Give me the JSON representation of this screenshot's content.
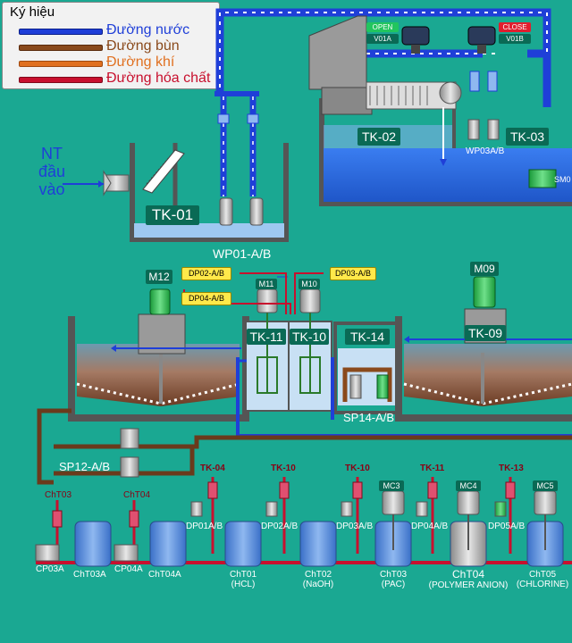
{
  "legend": {
    "title": "Ký hiệu",
    "items": [
      {
        "label": "Đường nước",
        "color": "#1f3fd8"
      },
      {
        "label": "Đường bùn",
        "color": "#8a4a1c"
      },
      {
        "label": "Đường khí",
        "color": "#e07020"
      },
      {
        "label": "Đường hóa chất",
        "color": "#c8102e"
      }
    ]
  },
  "inlet": {
    "line1": "NT",
    "line2": "đầu vào"
  },
  "valves": {
    "v01a": {
      "status": "OPEN",
      "name": "V01A",
      "status_color": "#22c55e"
    },
    "v01b": {
      "status": "CLOSE",
      "name": "V01B",
      "status_color": "#e11d2e"
    }
  },
  "tanks": {
    "tk01": "TK-01",
    "tk02": "TK-02",
    "tk03": "TK-03",
    "tk09": "TK-09",
    "tk10": "TK-10",
    "tk11": "TK-11",
    "tk14": "TK-14"
  },
  "pumps": {
    "wp01": "WP01-A/B",
    "wp03": "WP03A/B",
    "sp14": "SP14-A/B",
    "sp12": "SP12-A/B",
    "sm0": "SM0",
    "cp03a": "CP03A",
    "cp04a": "CP04A",
    "dp01": "DP01A/B",
    "dp02": "DP02A/B",
    "dp03": "DP03A/B",
    "dp04": "DP04A/B",
    "dp05": "DP05A/B"
  },
  "motors": {
    "m12": "M12",
    "m11": "M11",
    "m10": "M10",
    "m09": "M09",
    "mc3": "MC3",
    "mc4": "MC4",
    "mc5": "MC5"
  },
  "callouts": {
    "dp02": "DP02-A/B",
    "dp03": "DP03-A/B",
    "dp04": "DP04-A/B"
  },
  "chem_targets": {
    "t04": "TK-04",
    "t10a": "TK-10",
    "t10b": "TK-10",
    "t11": "TK-11",
    "t13": "TK-13"
  },
  "chem_tanks": {
    "cht03": "ChT03",
    "cht04": "ChT04",
    "cht03a": "ChT03A",
    "cht04a": "ChT04A",
    "cht01": "ChT01",
    "cht01_sub": "(HCL)",
    "cht02": "ChT02",
    "cht02_sub": "(NaOH)",
    "cht03b": "ChT03",
    "cht03b_sub": "(PAC)",
    "cht04b": "ChT04",
    "cht04b_sub": "(POLYMER ANION)",
    "cht05": "ChT05",
    "cht05_sub": "(CHLORINE)"
  }
}
